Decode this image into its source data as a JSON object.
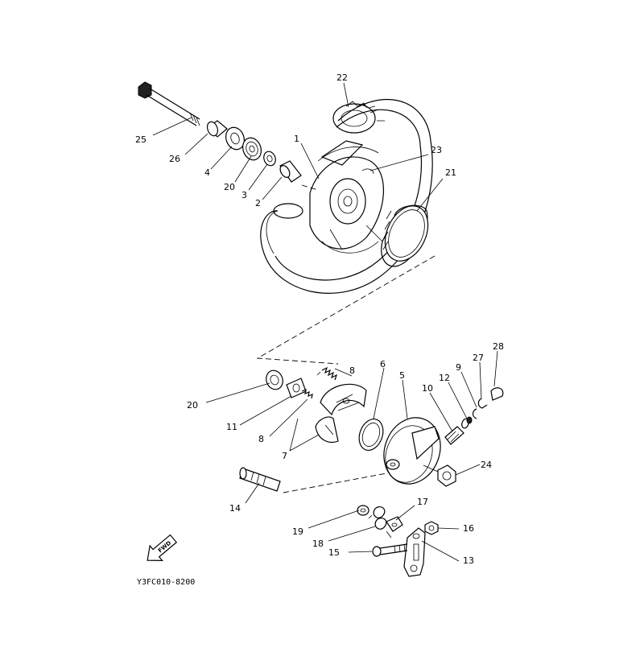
{
  "diagram": {
    "reference_code": "Y3FC010-8200",
    "fwd_label": "FWD",
    "callouts": [
      "1",
      "2",
      "3",
      "4",
      "5",
      "6",
      "7",
      "7",
      "8",
      "8",
      "9",
      "10",
      "11",
      "12",
      "13",
      "14",
      "15",
      "16",
      "17",
      "18",
      "19",
      "20",
      "20",
      "21",
      "22",
      "23",
      "24",
      "25",
      "26",
      "27",
      "28"
    ]
  }
}
